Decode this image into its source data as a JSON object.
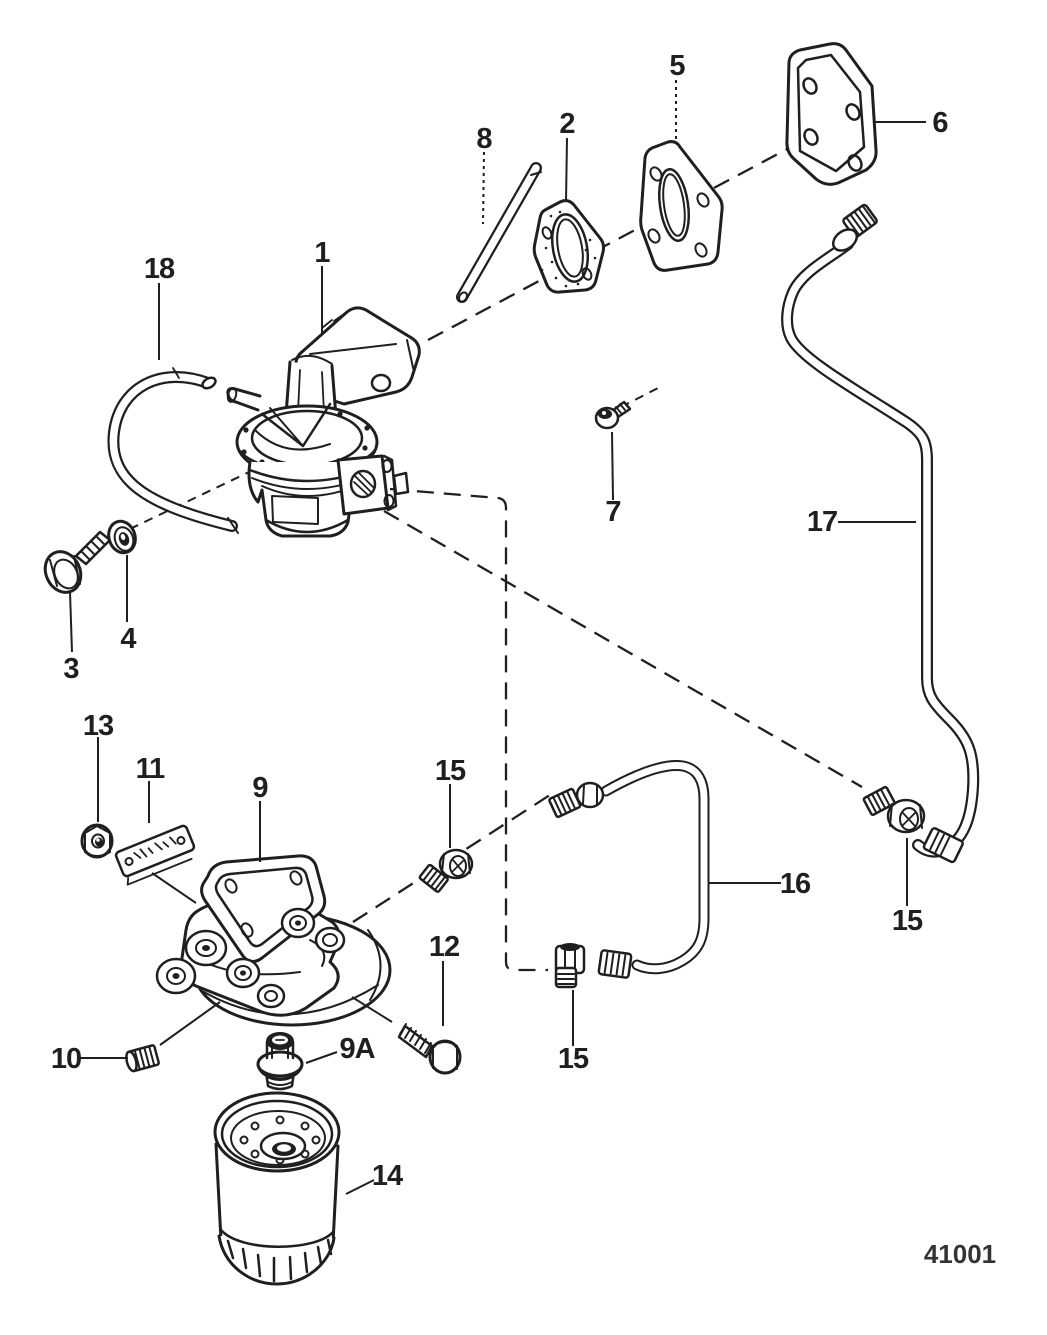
{
  "figure": {
    "drawing_number": "41001",
    "ink_color": "#1f1f1f",
    "paper_color": "#ffffff"
  },
  "callouts": [
    {
      "label": "1",
      "part": "fuel-pump"
    },
    {
      "label": "2",
      "part": "gasket"
    },
    {
      "label": "3",
      "part": "bolt"
    },
    {
      "label": "4",
      "part": "washer"
    },
    {
      "label": "5",
      "part": "gasket-plate"
    },
    {
      "label": "6",
      "part": "cover-plate"
    },
    {
      "label": "7",
      "part": "bolt"
    },
    {
      "label": "8",
      "part": "push-rod"
    },
    {
      "label": "9",
      "part": "filter-mounting-bracket"
    },
    {
      "label": "9A",
      "part": "plug"
    },
    {
      "label": "10",
      "part": "fitting"
    },
    {
      "label": "11",
      "part": "identification-plate"
    },
    {
      "label": "12",
      "part": "bolt"
    },
    {
      "label": "13",
      "part": "nut"
    },
    {
      "label": "14",
      "part": "fuel-filter"
    },
    {
      "label": "15",
      "part": "fitting-mid"
    },
    {
      "label": "15",
      "part": "elbow-fitting-bottom"
    },
    {
      "label": "15",
      "part": "fitting-right"
    },
    {
      "label": "16",
      "part": "fuel-line-u"
    },
    {
      "label": "17",
      "part": "fuel-line-long"
    },
    {
      "label": "18",
      "part": "hose"
    }
  ]
}
